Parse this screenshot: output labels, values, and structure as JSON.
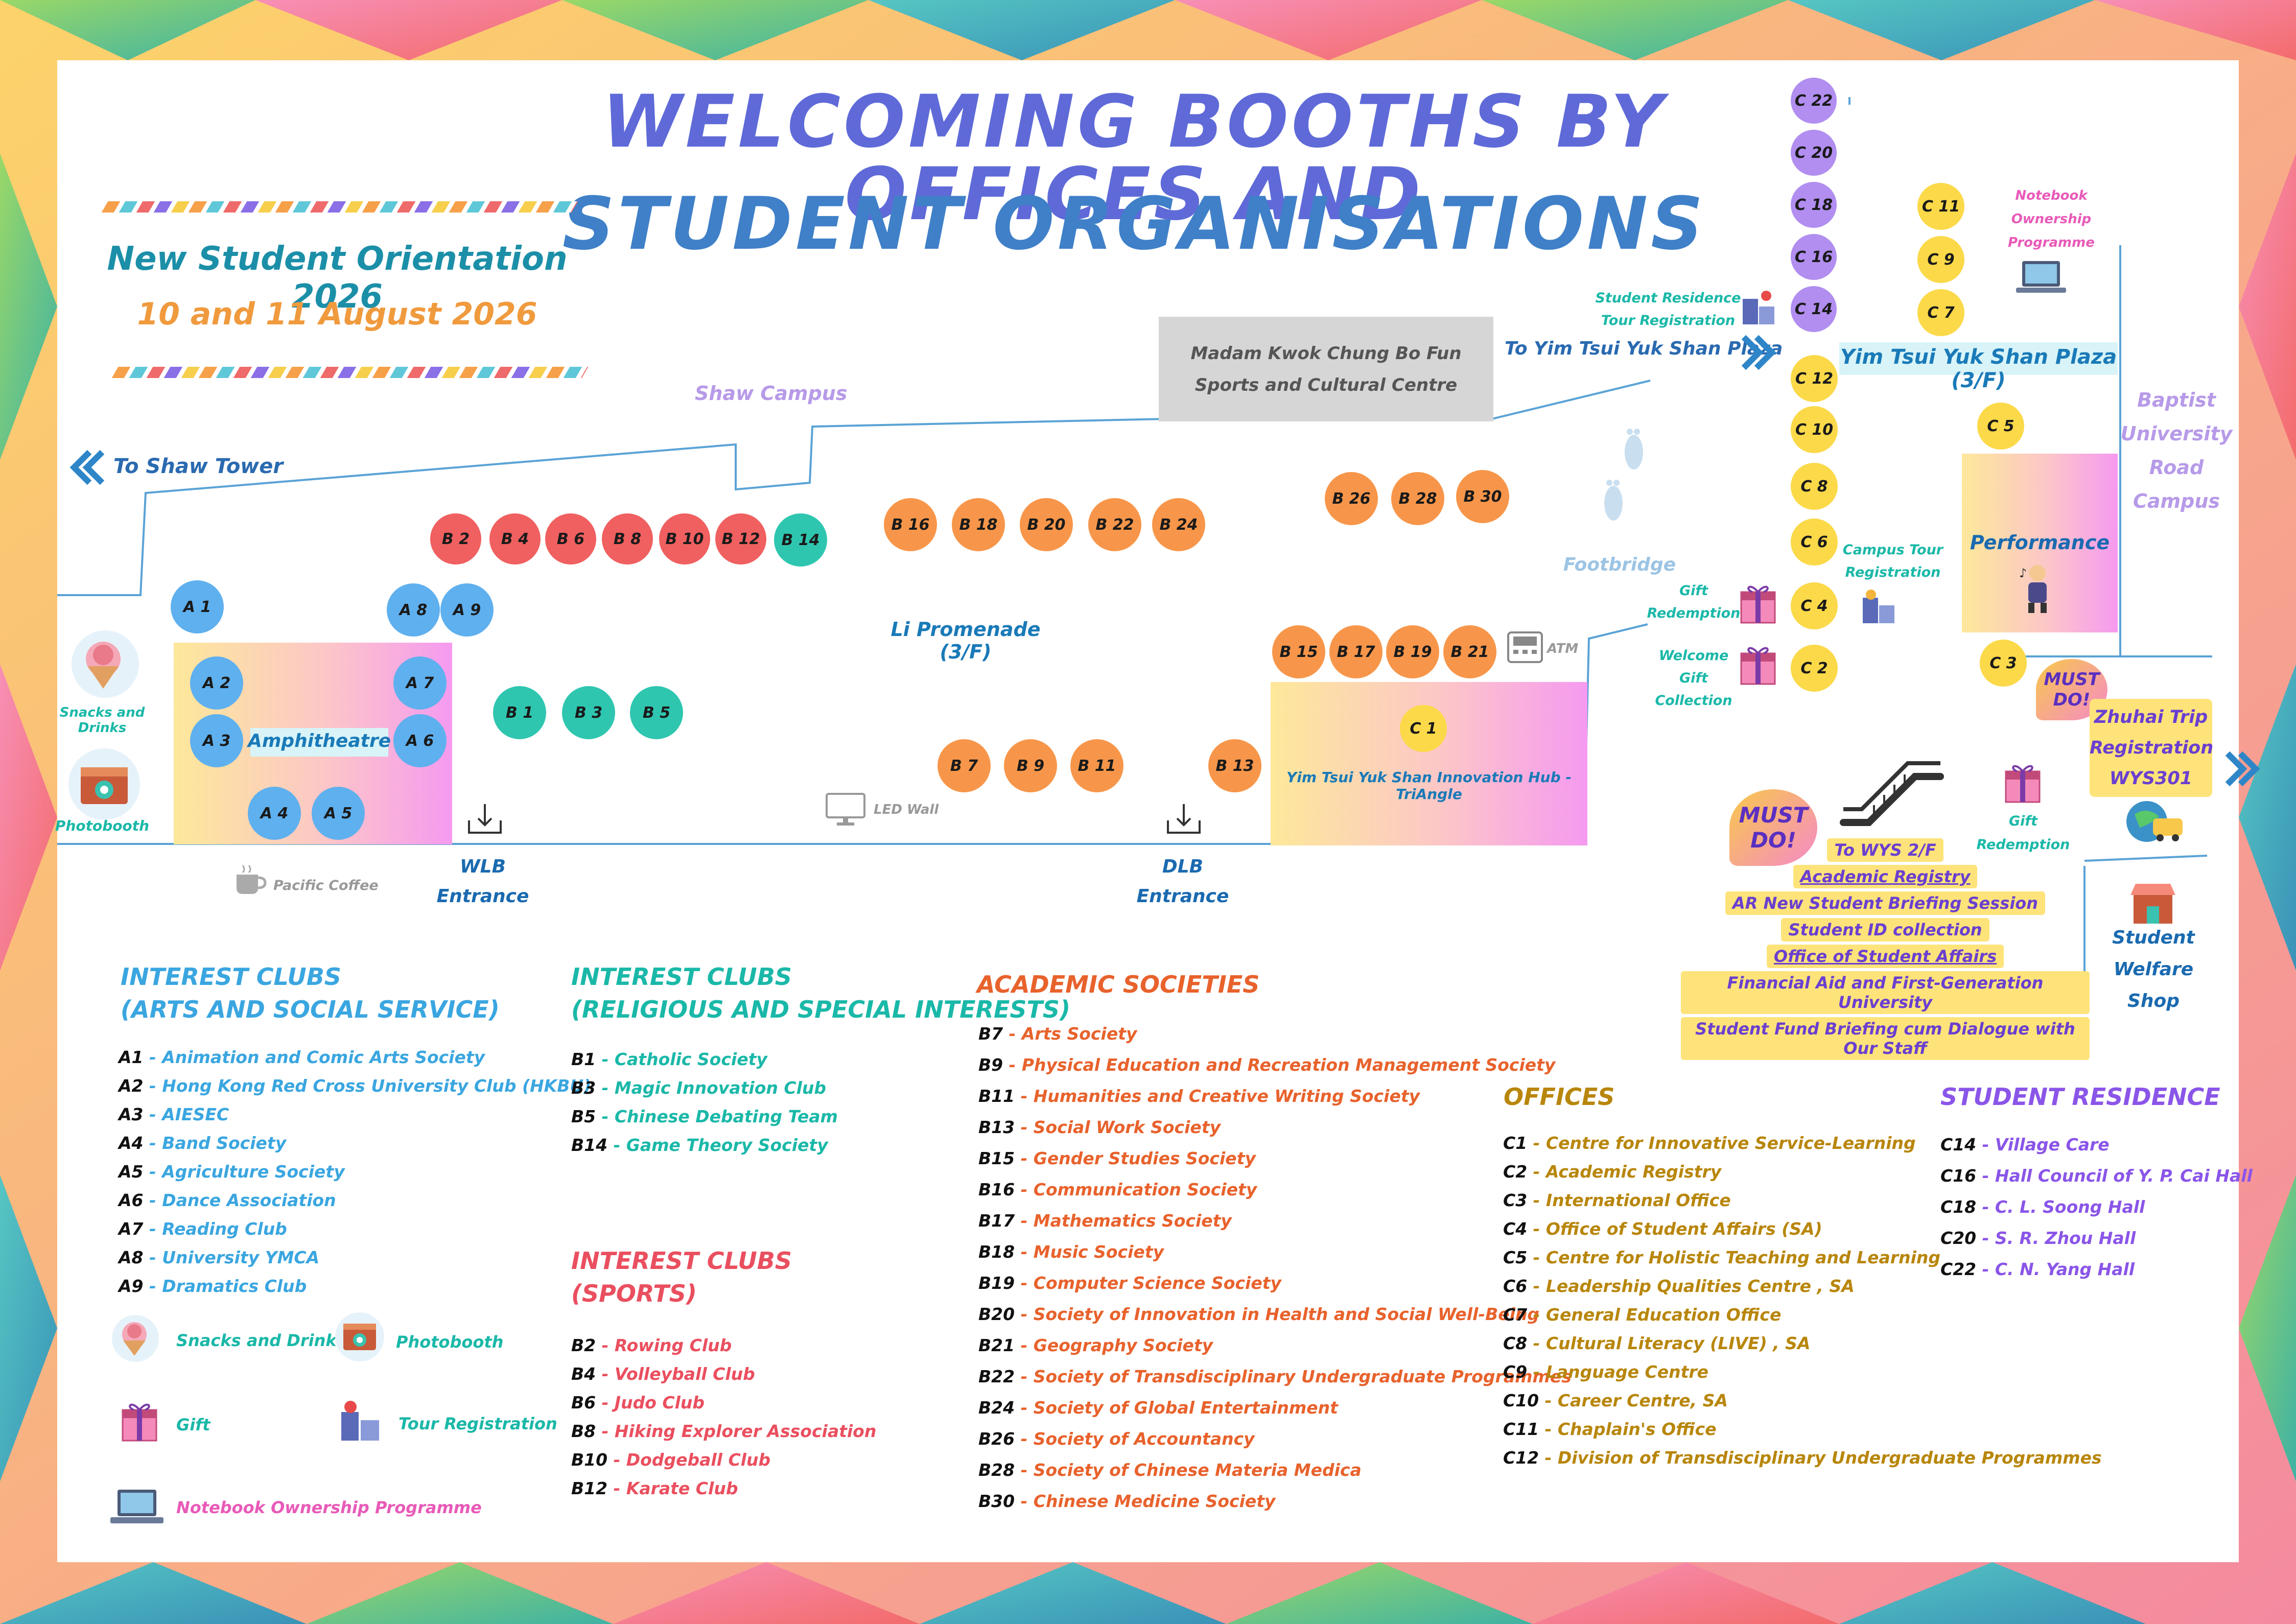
{
  "header": {
    "title_line1": "WELCOMING BOOTHS BY OFFICES AND",
    "title_line2": "STUDENT ORGANISATIONS",
    "event": "New Student Orientation 2026",
    "dates": "10 and 11 August 2026"
  },
  "map": {
    "places": {
      "shaw_campus": "Shaw Campus",
      "to_shaw_tower": "To Shaw Tower",
      "fun_sports": "Madam Kwok Chung Bo Fun Sports and Cultural Centre",
      "to_yts_plaza": "To Yim Tsui Yuk Shan Plaza",
      "yts_plaza": "Yim Tsui Yuk Shan Plaza (3/F)",
      "li_promenade": "Li Promenade (3/F)",
      "amphitheatre": "Amphitheatre",
      "innovation_hub": "Yim Tsui Yuk Shan Innovation Hub - TriAngle",
      "footbridge": "Footbridge",
      "atm": "ATM",
      "led_wall": "LED Wall",
      "pacific_coffee": "Pacific Coffee",
      "wlb_entrance": "WLB Entrance",
      "dlb_entrance": "DLB Entrance",
      "baptist_road": "Baptist University Road Campus",
      "performance": "Performance",
      "snacks_drinks": "Snacks and Drinks",
      "photobooth": "Photobooth",
      "res_tour_reg": "Student Residence Tour Registration",
      "notebook_prog": "Notebook Ownership Programme",
      "campus_tour_reg": "Campus Tour Registration",
      "gift_redemption": "Gift Redemption",
      "welcome_gift": "Welcome Gift Collection",
      "gift_redemption2": "Gift Redemption",
      "must_do": "MUST DO!",
      "zhuhai": "Zhuhai Trip Registration WYS301",
      "swshop": "Student Welfare Shop"
    },
    "wys_list": [
      "To WYS 2/F",
      "Academic Registry",
      "AR New Student Briefing Session",
      "Student ID collection",
      "Office of Student Affairs",
      "Financial Aid and First-Generation University",
      "Student Fund Briefing cum Dialogue with Our Staff"
    ],
    "booths": {
      "A1": "A 1",
      "A2": "A 2",
      "A3": "A 3",
      "A4": "A 4",
      "A5": "A 5",
      "A6": "A 6",
      "A7": "A 7",
      "A8": "A 8",
      "A9": "A 9",
      "B1": "B 1",
      "B2": "B 2",
      "B3": "B 3",
      "B4": "B 4",
      "B5": "B 5",
      "B6": "B 6",
      "B7": "B 7",
      "B8": "B 8",
      "B9": "B 9",
      "B10": "B 10",
      "B11": "B 11",
      "B12": "B 12",
      "B13": "B 13",
      "B14": "B 14",
      "B15": "B 15",
      "B16": "B 16",
      "B17": "B 17",
      "B18": "B 18",
      "B19": "B 19",
      "B20": "B 20",
      "B21": "B 21",
      "B22": "B 22",
      "B24": "B 24",
      "B26": "B 26",
      "B28": "B 28",
      "B30": "B 30",
      "C1": "C 1",
      "C2": "C 2",
      "C3": "C 3",
      "C4": "C 4",
      "C5": "C 5",
      "C6": "C 6",
      "C7": "C 7",
      "C8": "C 8",
      "C9": "C 9",
      "C10": "C 10",
      "C11": "C 11",
      "C12": "C 12",
      "C14": "C 14",
      "C16": "C 16",
      "C18": "C 18",
      "C20": "C 20",
      "C22": "C 22"
    }
  },
  "legend": {
    "arts": {
      "heading1": "INTEREST CLUBS",
      "heading2": "(ARTS AND SOCIAL SERVICE)",
      "items": [
        {
          "code": "A1",
          "name": "Animation and Comic Arts Society"
        },
        {
          "code": "A2",
          "name": "Hong Kong Red Cross University Club (HKBU)"
        },
        {
          "code": "A3",
          "name": "AIESEC"
        },
        {
          "code": "A4",
          "name": "Band Society"
        },
        {
          "code": "A5",
          "name": "Agriculture Society"
        },
        {
          "code": "A6",
          "name": "Dance Association"
        },
        {
          "code": "A7",
          "name": "Reading Club"
        },
        {
          "code": "A8",
          "name": "University YMCA"
        },
        {
          "code": "A9",
          "name": "Dramatics Club"
        }
      ]
    },
    "religious": {
      "heading1": "INTEREST CLUBS",
      "heading2": "(RELIGIOUS AND SPECIAL INTERESTS)",
      "items": [
        {
          "code": "B1",
          "name": "Catholic Society"
        },
        {
          "code": "B3",
          "name": "Magic Innovation Club"
        },
        {
          "code": "B5",
          "name": "Chinese Debating Team"
        },
        {
          "code": "B14",
          "name": "Game Theory Society"
        }
      ]
    },
    "sports": {
      "heading1": "INTEREST CLUBS",
      "heading2": "(SPORTS)",
      "items": [
        {
          "code": "B2",
          "name": "Rowing Club"
        },
        {
          "code": "B4",
          "name": "Volleyball Club"
        },
        {
          "code": "B6",
          "name": "Judo Club"
        },
        {
          "code": "B8",
          "name": "Hiking Explorer Association"
        },
        {
          "code": "B10",
          "name": "Dodgeball Club"
        },
        {
          "code": "B12",
          "name": "Karate Club"
        }
      ]
    },
    "academic": {
      "heading": "ACADEMIC SOCIETIES",
      "items": [
        {
          "code": "B7",
          "name": "Arts  Society"
        },
        {
          "code": "B9",
          "name": "Physical Education and Recreation Management Society"
        },
        {
          "code": "B11",
          "name": "Humanities and Creative Writing Society"
        },
        {
          "code": "B13",
          "name": "Social Work Society"
        },
        {
          "code": "B15",
          "name": "Gender Studies Society"
        },
        {
          "code": "B16",
          "name": "Communication Society"
        },
        {
          "code": "B17",
          "name": "Mathematics Society"
        },
        {
          "code": "B18",
          "name": "Music Society"
        },
        {
          "code": "B19",
          "name": "Computer Science Society"
        },
        {
          "code": "B20",
          "name": "Society of Innovation in Health and Social Well-Being"
        },
        {
          "code": "B21",
          "name": "Geography Society"
        },
        {
          "code": "B22",
          "name": "Society of Transdisciplinary Undergraduate Programmes"
        },
        {
          "code": "B24",
          "name": "Society of Global Entertainment"
        },
        {
          "code": "B26",
          "name": "Society of  Accountancy"
        },
        {
          "code": "B28",
          "name": "Society of Chinese Materia Medica"
        },
        {
          "code": "B30",
          "name": "Chinese Medicine Society"
        }
      ]
    },
    "offices": {
      "heading": "OFFICES",
      "items": [
        {
          "code": "C1",
          "name": "Centre for Innovative Service-Learning"
        },
        {
          "code": "C2",
          "name": "Academic Registry"
        },
        {
          "code": "C3",
          "name": "International Office"
        },
        {
          "code": "C4",
          "name": "Office of Student Affairs  (SA)"
        },
        {
          "code": "C5",
          "name": "Centre for Holistic Teaching and Learning"
        },
        {
          "code": "C6",
          "name": "Leadership Qualities Centre , SA"
        },
        {
          "code": "C7",
          "name": "General Education Office"
        },
        {
          "code": "C8",
          "name": "Cultural Literacy (LIVE) , SA"
        },
        {
          "code": "C9",
          "name": "Language Centre"
        },
        {
          "code": "C10",
          "name": "Career Centre, SA"
        },
        {
          "code": "C11",
          "name": "Chaplain's Office"
        },
        {
          "code": "C12",
          "name": "Division of Transdisciplinary Undergraduate Programmes"
        }
      ]
    },
    "residence": {
      "heading": "STUDENT RESIDENCE",
      "items": [
        {
          "code": "C14",
          "name": "Village Care"
        },
        {
          "code": "C16",
          "name": "Hall Council of Y. P. Cai Hall"
        },
        {
          "code": "C18",
          "name": "C. L. Soong Hall"
        },
        {
          "code": "C20",
          "name": "S. R. Zhou Hall"
        },
        {
          "code": "C22",
          "name": "C. N. Yang Hall"
        }
      ]
    },
    "icon_key": {
      "snacks": "Snacks and Drinks",
      "photobooth": "Photobooth",
      "gift": "Gift",
      "tour": "Tour Registration",
      "notebook": "Notebook Ownership Programme"
    }
  },
  "colors": {
    "arts": "#3aa6e0",
    "religious": "#1ab8a8",
    "sports": "#ea4f5f",
    "academic": "#e8622c",
    "offices": "#b8860b",
    "residence": "#8a55e8"
  }
}
